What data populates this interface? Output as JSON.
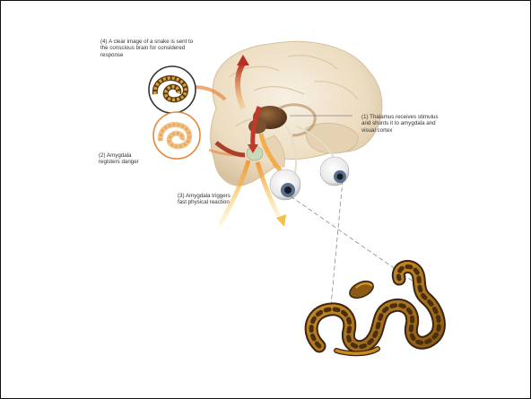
{
  "labels": {
    "step4": "(4)  A clear image of a snake is sent to\nthe conscious brain for considered\nresponse",
    "step1": "(1) Thalamus receives stimulus\nand shunts it to amygdala and\nvisual cortex",
    "step2": "(2) Amygdala\nregisters danger",
    "step3": "(3) Amygdala triggers\nfast physical reaction"
  },
  "colors": {
    "brain": "#f1e6d2",
    "brain_shade": "#ddc9a8",
    "thalamus": "#6b4628",
    "arrow_red": "#c4382a",
    "arrow_orange": "#f4a53a",
    "arrow_yellow": "#f7d45a",
    "snake_body": "#c98a1f",
    "snake_dark": "#3a2410",
    "eye_iris": "#5a6f8c",
    "circle_small_border": "#333333",
    "circle_orange_border": "#e8863a"
  }
}
